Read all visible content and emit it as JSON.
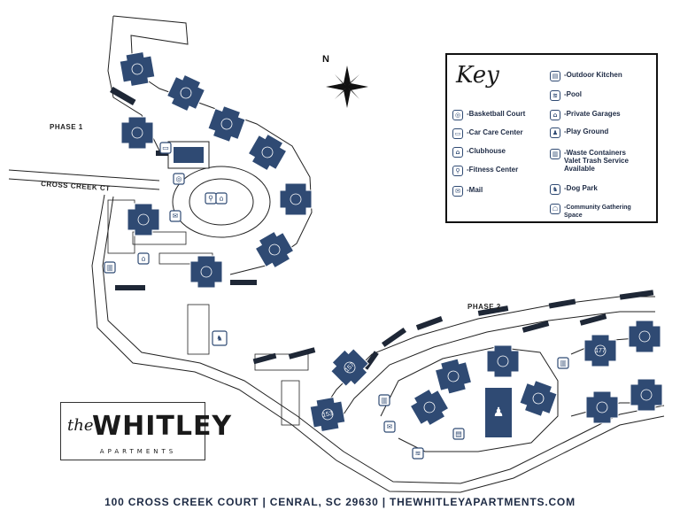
{
  "map": {
    "phase1_label": "PHASE 1",
    "phase2_label": "PHASE 2",
    "street_label": "CROSS CREEK CT",
    "compass_label": "N",
    "buildings": [
      {
        "id": "b1",
        "label": ""
      },
      {
        "id": "b2",
        "label": ""
      },
      {
        "id": "b3",
        "label": ""
      },
      {
        "id": "b4",
        "label": ""
      },
      {
        "id": "b5",
        "label": ""
      },
      {
        "id": "b6",
        "label": ""
      },
      {
        "id": "b7",
        "label": ""
      },
      {
        "id": "b8",
        "label": ""
      },
      {
        "id": "b9",
        "label": ""
      },
      {
        "id": "b10",
        "label": ""
      },
      {
        "id": "b11",
        "label": "157"
      },
      {
        "id": "b12",
        "label": "153"
      },
      {
        "id": "b13",
        "label": ""
      },
      {
        "id": "b14",
        "label": ""
      },
      {
        "id": "b15",
        "label": ""
      },
      {
        "id": "b16",
        "label": ""
      },
      {
        "id": "b17",
        "label": ""
      },
      {
        "id": "b18",
        "label": "177"
      },
      {
        "id": "b19",
        "label": ""
      },
      {
        "id": "b20",
        "label": ""
      },
      {
        "id": "b21",
        "label": ""
      }
    ]
  },
  "key": {
    "title": "Key",
    "items": [
      {
        "icon": "basketball-icon",
        "glyph": "◎",
        "label": "-Basketball Court"
      },
      {
        "icon": "car-icon",
        "glyph": "▭",
        "label": "-Car Care Center"
      },
      {
        "icon": "clubhouse-icon",
        "glyph": "⌂",
        "label": "-Clubhouse"
      },
      {
        "icon": "fitness-icon",
        "glyph": "⚲",
        "label": "-Fitness Center"
      },
      {
        "icon": "mail-icon",
        "glyph": "✉",
        "label": "-Mail"
      },
      {
        "icon": "outdoor-kitchen-icon",
        "glyph": "▤",
        "label": "-Outdoor Kitchen"
      },
      {
        "icon": "pool-icon",
        "glyph": "≋",
        "label": "-Pool"
      },
      {
        "icon": "garage-icon",
        "glyph": "⌂",
        "label": "-Private Garages"
      },
      {
        "icon": "playground-icon",
        "glyph": "♟",
        "label": "-Play Ground"
      },
      {
        "icon": "waste-icon",
        "glyph": "▥",
        "label": "-Waste Containers\nValet Trash Service\nAvailable"
      },
      {
        "icon": "dog-icon",
        "glyph": "♞",
        "label": "-Dog Park"
      },
      {
        "icon": "community-icon",
        "glyph": "☖",
        "label": "-Community Gathering\nSpace"
      }
    ]
  },
  "logo": {
    "the": "the",
    "name": "WHITLEY",
    "sub": "APARTMENTS"
  },
  "footer": "100 CROSS CREEK COURT  |  CENRAL, SC 29630  |  THEWHITLEYAPARTMENTS.COM",
  "colors": {
    "building": "#2f4a73",
    "text": "#1d2a44",
    "garage": "#1e2736"
  }
}
